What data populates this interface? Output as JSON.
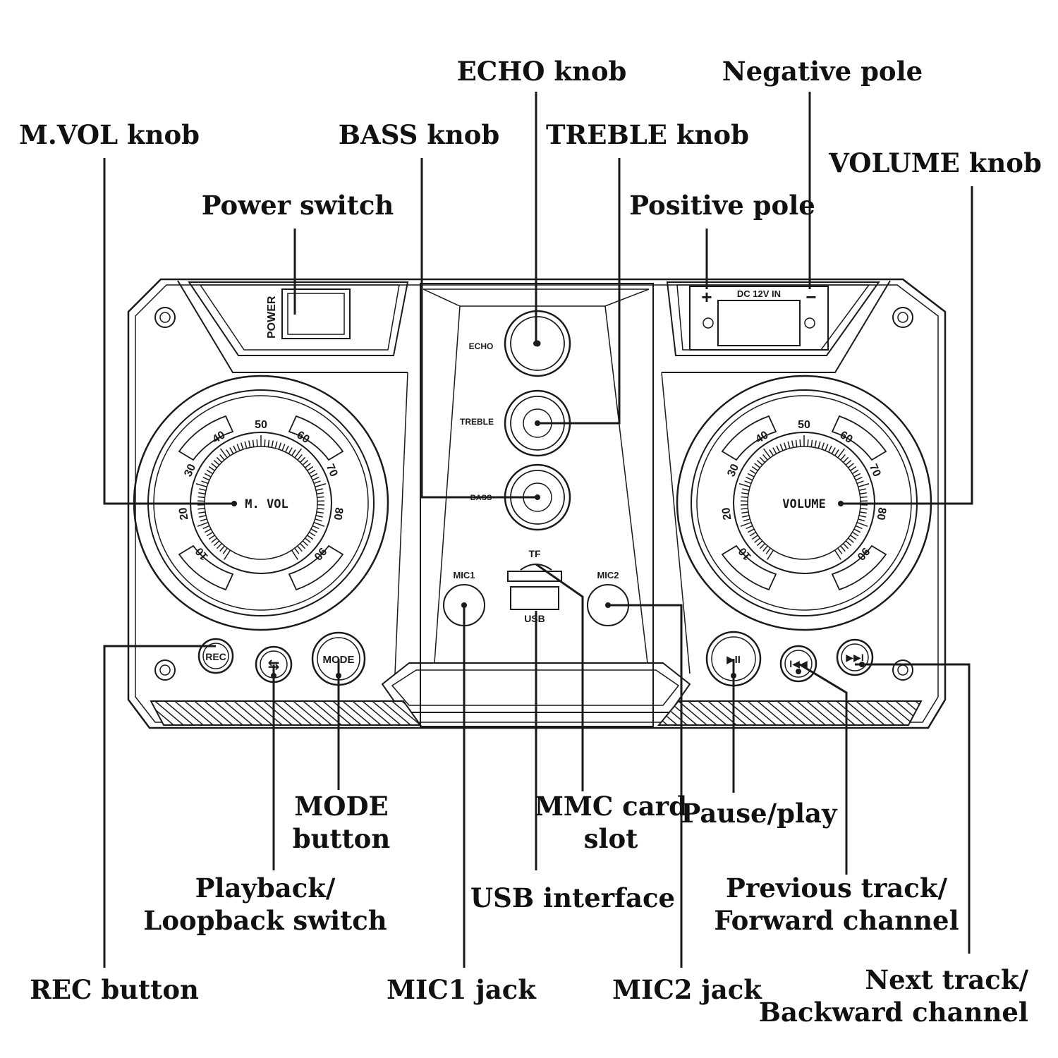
{
  "callouts": {
    "echo": "ECHO knob",
    "negative": "Negative pole",
    "mvol": "M.VOL knob",
    "bass": "BASS knob",
    "treble": "TREBLE knob",
    "volume": "VOLUME knob",
    "power": "Power switch",
    "positive": "Positive pole",
    "mode": [
      "MODE",
      "button"
    ],
    "mmc": [
      "MMC card",
      "slot"
    ],
    "pause": "Pause/play",
    "playback": [
      "Playback/",
      "Loopback switch"
    ],
    "usb": "USB interface",
    "prev": [
      "Previous track/",
      "Forward channel"
    ],
    "rec": "REC button",
    "mic1": "MIC1 jack",
    "mic2": "MIC2 jack",
    "next": [
      "Next track/",
      "Backward channel"
    ]
  },
  "device": {
    "power_label": "POWER",
    "dc_label": "DC 12V IN",
    "plus_sign": "+",
    "minus_sign": "−",
    "echo_label": "ECHO",
    "treble_label": "TREBLE",
    "bass_label": "BASS",
    "mic1_label": "MIC1",
    "mic2_label": "MIC2",
    "tf_label": "TF",
    "usb_label": "USB",
    "rec_label": "REC",
    "mode_label": "MODE",
    "mvol_label": "M. VOL",
    "volume_label": "VOLUME",
    "dial_ticks": [
      "10",
      "20",
      "30",
      "40",
      "50",
      "60",
      "70",
      "80",
      "90"
    ],
    "play_pause_symbol": "▶II",
    "prev_symbol": "I◀◀",
    "next_symbol": "▶▶I",
    "loop_symbol": "⇆"
  }
}
